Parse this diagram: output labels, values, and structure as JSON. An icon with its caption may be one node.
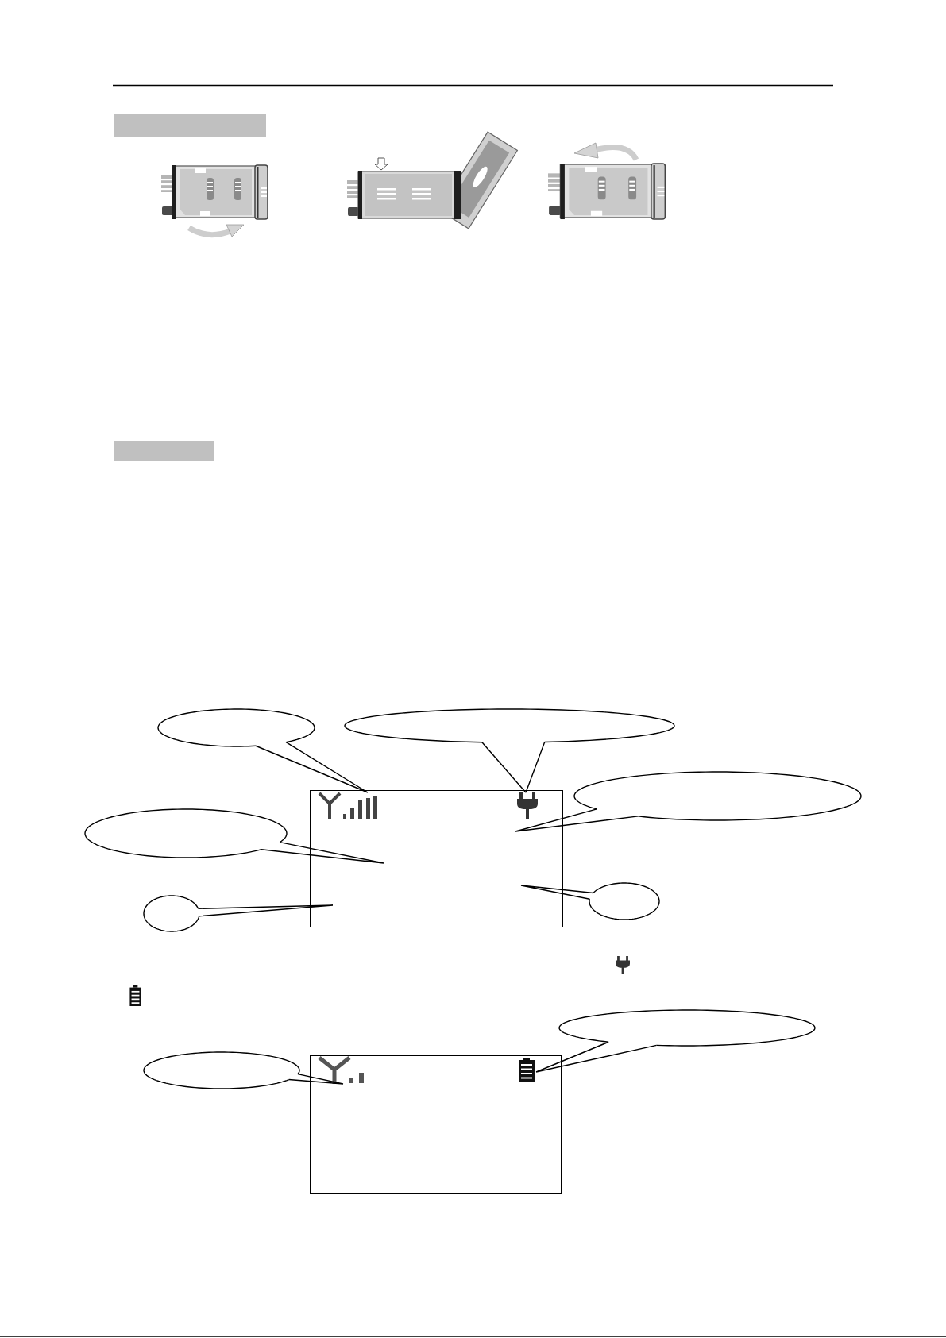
{
  "diagram": {
    "nodes": [
      {
        "text": [],
        "shape": "bar"
      },
      {
        "text": [],
        "shape": "bar"
      },
      {
        "text": [],
        "shape": "callout"
      },
      {
        "text": [],
        "shape": "callout"
      },
      {
        "text": [],
        "shape": "box"
      },
      {
        "text": [],
        "shape": "picture",
        "in": 4
      },
      {
        "text": [],
        "shape": "picture",
        "in": 4
      },
      {
        "text": [],
        "shape": "callout"
      },
      {
        "text": [],
        "shape": "callout"
      },
      {
        "text": [],
        "shape": "callout"
      },
      {
        "text": [],
        "shape": "callout"
      },
      {
        "text": [],
        "shape": "callout"
      },
      {
        "text": [],
        "shape": "callout"
      },
      {
        "text": [],
        "shape": "box"
      },
      {
        "text": [],
        "shape": "picture",
        "in": 13
      },
      {
        "text": [],
        "shape": "picture",
        "in": 13
      }
    ],
    "edges": [
      {
        "from": 2,
        "to": 5,
        "arrow": "none"
      },
      {
        "from": 3,
        "to": 6,
        "arrow": "none"
      },
      {
        "from": 7,
        "to": null,
        "arrow": "none"
      },
      {
        "from": 8,
        "to": null,
        "arrow": "none"
      },
      {
        "from": 9,
        "to": null,
        "arrow": "none"
      },
      {
        "from": 10,
        "to": null,
        "arrow": "none"
      },
      {
        "from": 11,
        "to": 15,
        "arrow": "none"
      },
      {
        "from": 12,
        "to": 14,
        "arrow": "none"
      }
    ]
  }
}
